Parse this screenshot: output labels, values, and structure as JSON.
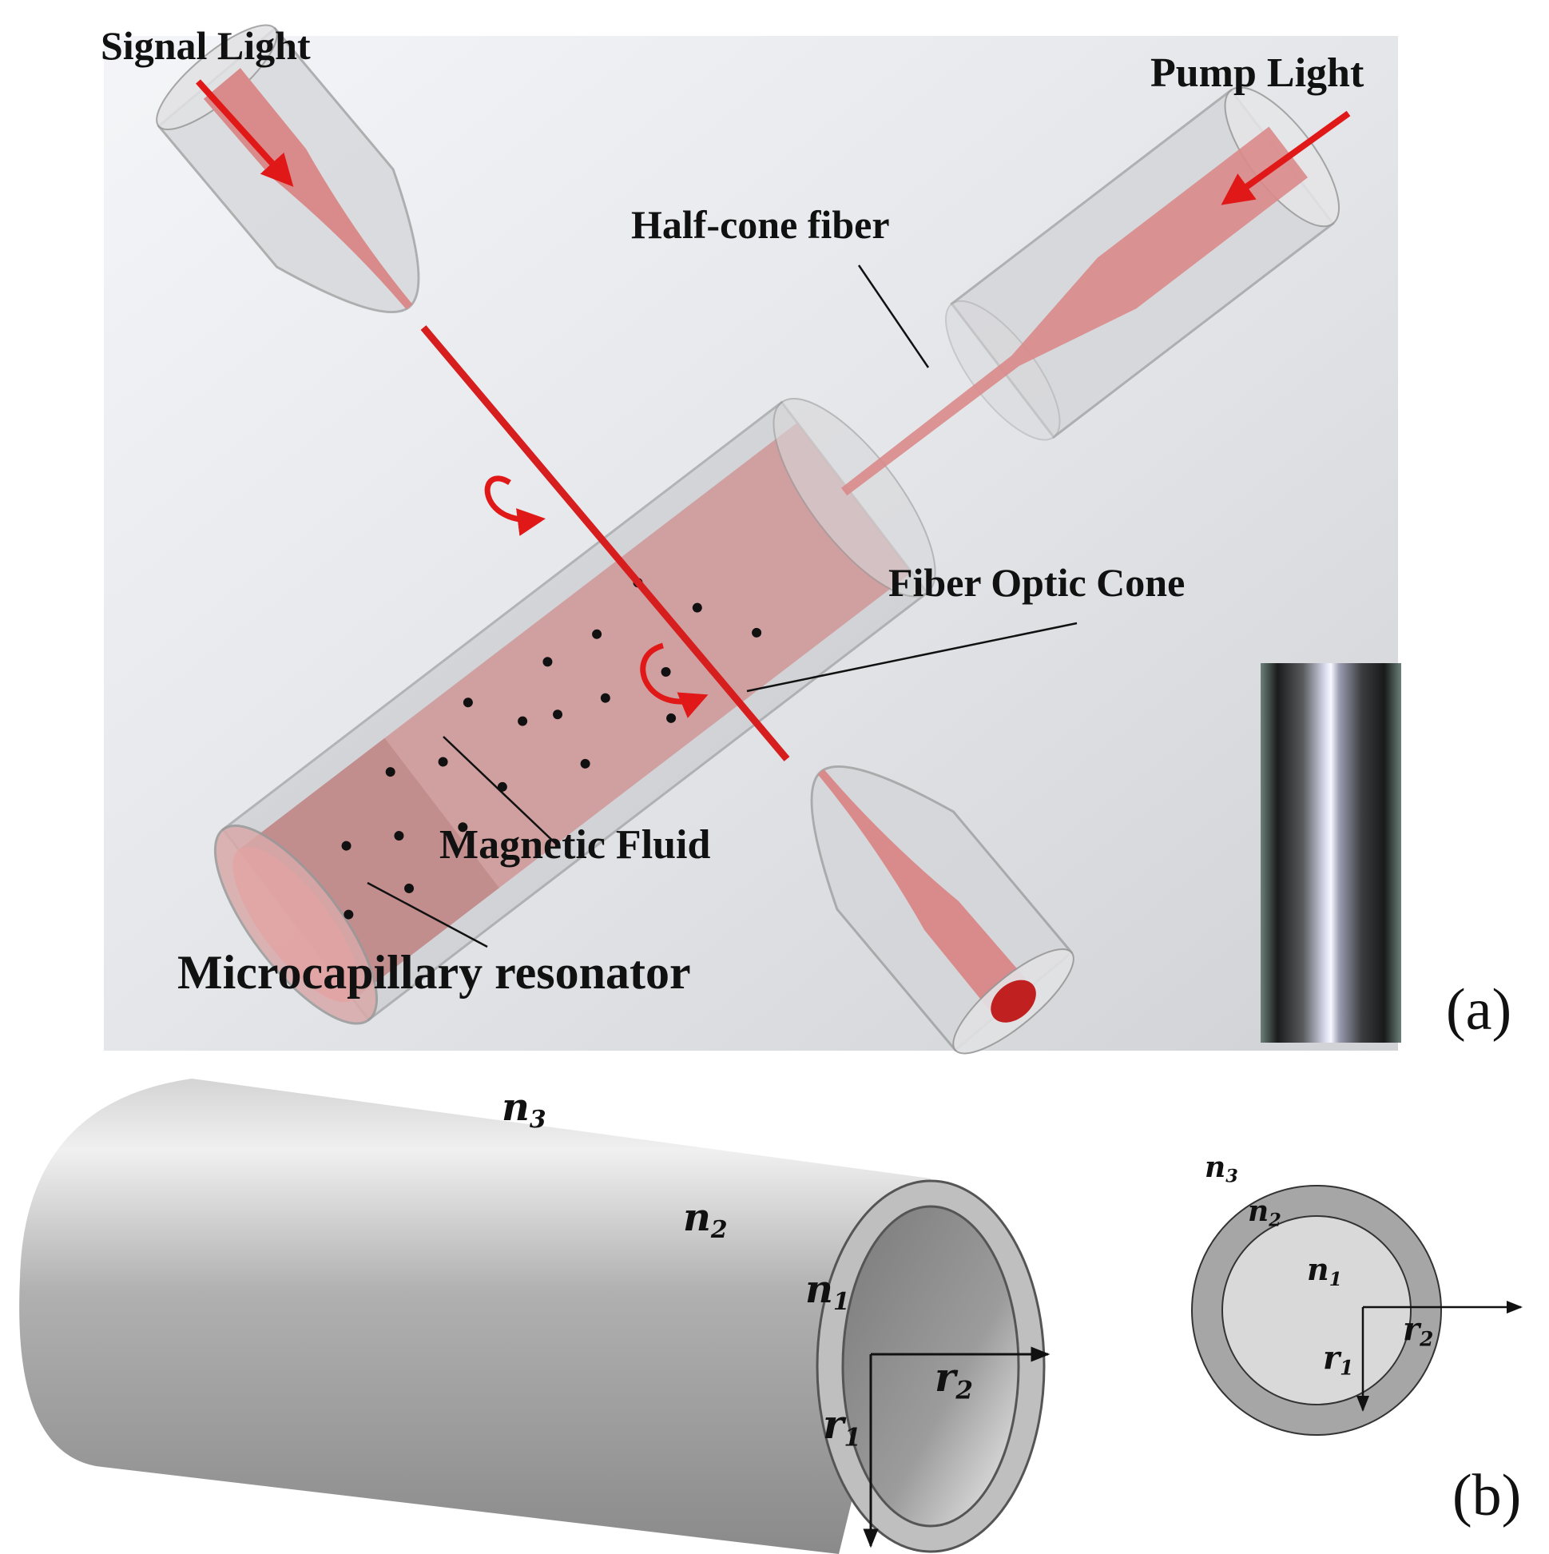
{
  "labels": {
    "signal_light": "Signal Light",
    "pump_light": "Pump Light",
    "half_cone_fiber": "Half-cone fiber",
    "fiber_optic_cone": "Fiber Optic Cone",
    "magnetic_fluid": "Magnetic Fluid",
    "microcapillary_resonator": "Microcapillary resonator"
  },
  "panels": {
    "a": "(a)",
    "b": "(b)"
  },
  "symbols": {
    "n": "n",
    "r": "r",
    "sub1": "1",
    "sub2": "2",
    "sub3": "3"
  },
  "colors": {
    "light_beam": "#e01818",
    "fiber_pink": "#d98a8a",
    "fluid_pink": "#cf8f8f",
    "tube_gray": "#9a9a9a"
  }
}
